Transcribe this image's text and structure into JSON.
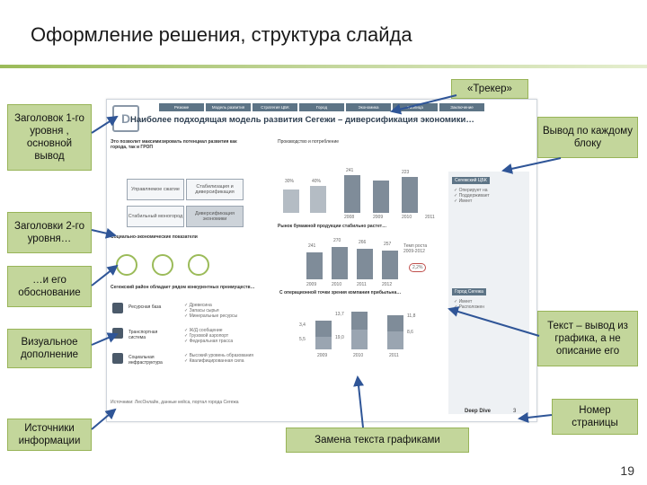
{
  "title": "Оформление решения, структура слайда",
  "page_number": "19",
  "annotations": {
    "tracker": "«Трекер»",
    "header_level1": "Заголовок 1-го уровня , основной вывод",
    "conclusion_per_block": "Вывод по каждому блоку",
    "header_level2": "Заголовки 2-го уровня…",
    "justification": "…и его обоснование",
    "visual_addition": "Визуальное дополнение",
    "text_from_chart": "Текст – вывод из графика, а не описание его",
    "info_sources": "Источники информации",
    "page_number_label": "Номер страницы",
    "text_replacement": "Замена текста графиками"
  },
  "slide": {
    "tracker_tabs": [
      "Резюме",
      "Модель развития",
      "Стратегия ЦБК",
      "Город",
      "Экономика",
      "Таблица",
      "Заключение"
    ],
    "headline": "Наиболее подходящая модель развития Сегежи – диверсификация экономики…",
    "left_box_title": "Это позволит максимизировать потенциал развития как города, так и ГРОП",
    "matrix": [
      "Управляемое сжатие",
      "Стабилизация и диверсификация",
      "Стабильный моногород",
      "Диверсификация экономики"
    ],
    "chart1_years": [
      "2008",
      "2009",
      "2010",
      "2011"
    ],
    "chart1_values": [
      "30%",
      "40%",
      "241",
      "223"
    ],
    "chart2_title": "Рынок бумажной продукции стабильно растет…",
    "chart2_values": [
      "241",
      "270",
      "266",
      "257"
    ],
    "chart2_years": [
      "2009",
      "2010",
      "2011",
      "2012"
    ],
    "growth_label": "Темп роста 2009-2012",
    "growth_value": "2,2%",
    "lower_left_title": "Сегежский район обладает рядом конкурентных преимуществ…",
    "rows": [
      "Ресурсная база",
      "Транспортная система",
      "Социальная инфраструктура"
    ],
    "breakeven_title": "С операционной точки зрения компания прибыльна…",
    "breakeven_values": [
      "3,4",
      "5,5",
      "13,7",
      "19,0",
      "11,8",
      "8,6"
    ],
    "breakeven_years": [
      "2009",
      "2010",
      "2011"
    ],
    "side_title1": "Сегежский ЦБК",
    "side_title2": "Город Сегежа",
    "source": "Источники: ЛесОнлайн, данные кейса, портал города Сегежа",
    "footer_brand": "Deep Dive",
    "footer_page": "3"
  }
}
